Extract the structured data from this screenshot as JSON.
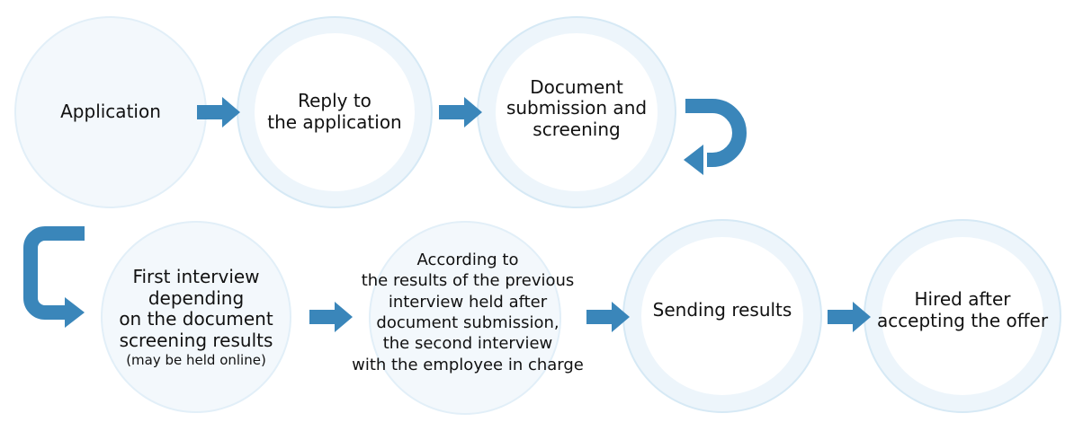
{
  "colors": {
    "arrow": "#3a86ba",
    "ring_border": "#d6e9f5",
    "ring_fill": "#edf5fb",
    "circle_bg": "#ffffff",
    "text": "#111111"
  },
  "steps": [
    {
      "lines": [
        "Application"
      ]
    },
    {
      "lines": [
        "Reply to",
        "the application"
      ]
    },
    {
      "lines": [
        "Document",
        "submission and",
        "screening"
      ]
    },
    {
      "lines": [
        "First interview",
        "depending",
        "on the document",
        "screening results"
      ],
      "note": "(may be held online)"
    },
    {
      "lines": [
        "According to",
        "the results of the previous",
        "interview held after",
        "document submission,",
        "the second interview",
        "with the employee in charge"
      ]
    },
    {
      "lines": [
        "Sending results"
      ]
    },
    {
      "lines": [
        "Hired after",
        "accepting the offer"
      ]
    }
  ]
}
